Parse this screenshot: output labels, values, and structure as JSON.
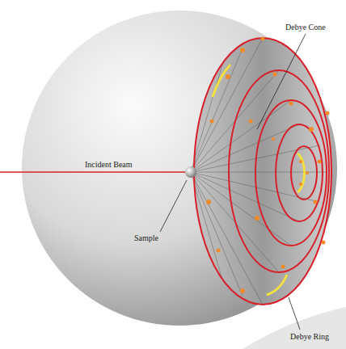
{
  "diagram": {
    "labels": [
      "Debye Cone",
      "Incident Beam",
      "Sample",
      "Debye Ring"
    ]
  }
}
